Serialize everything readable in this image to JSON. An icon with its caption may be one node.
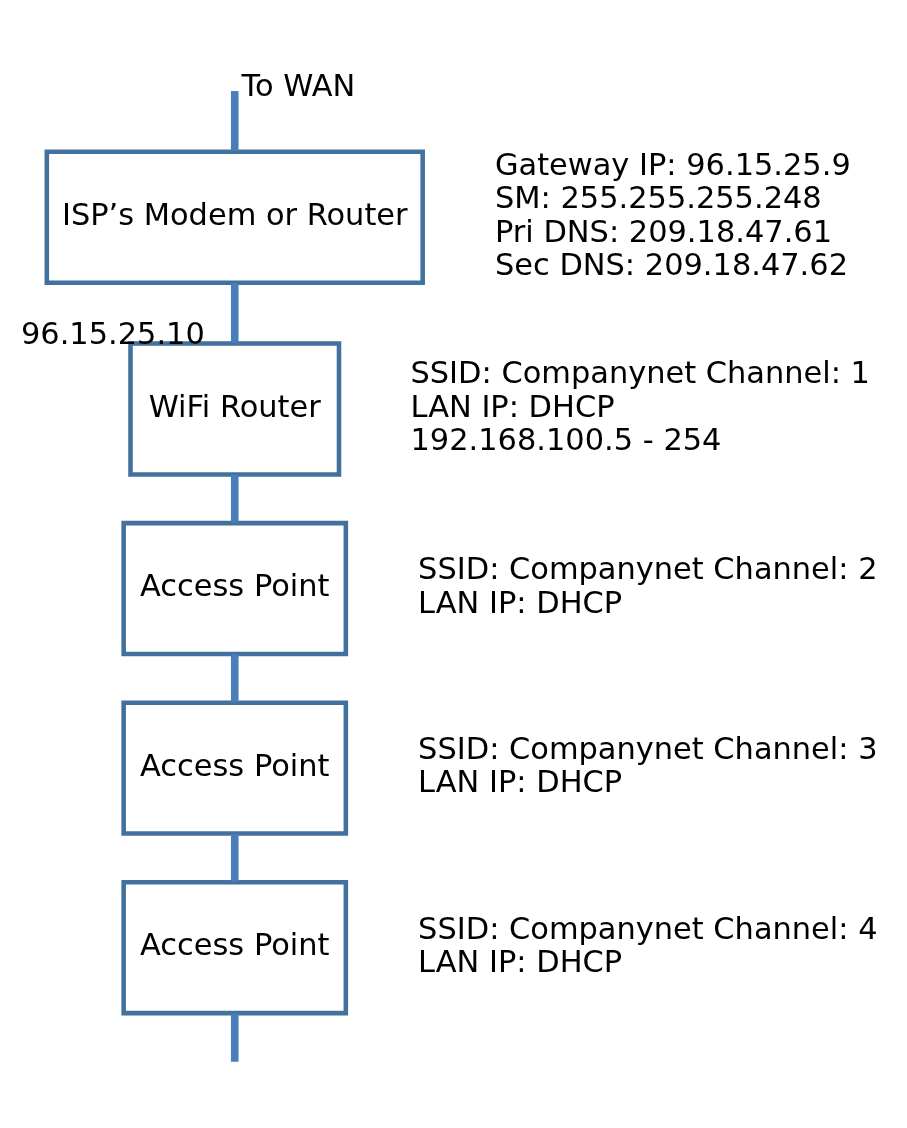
{
  "diagram": {
    "nodes": [
      {
        "text": [
          "ISP’s Modem or Router"
        ],
        "beside": [
          "Gateway IP: 96.15.25.9",
          "SM: 255.255.255.248",
          "Pri DNS: 209.18.47.61",
          "Sec DNS: 209.18.47.62"
        ]
      },
      {
        "text": [
          "WiFi Router"
        ],
        "beside": [
          "SSID: Companynet Channel: 1",
          "LAN IP: DHCP",
          "192.168.100.5 - 254"
        ]
      },
      {
        "text": [
          "Access Point"
        ],
        "beside": [
          "SSID: Companynet Channel: 2",
          "LAN IP: DHCP"
        ]
      },
      {
        "text": [
          "Access Point"
        ],
        "beside": [
          "SSID: Companynet Channel: 3",
          "LAN IP: DHCP"
        ]
      },
      {
        "text": [
          "Access Point"
        ],
        "beside": [
          "SSID: Companynet Channel: 4",
          "LAN IP: DHCP"
        ]
      }
    ],
    "edges": [
      {
        "from": null,
        "to": 0,
        "arrow": "none",
        "label": "To WAN"
      },
      {
        "from": 0,
        "to": 1,
        "arrow": "none",
        "label": "96.15.25.10"
      },
      {
        "from": 1,
        "to": 2,
        "arrow": "none"
      },
      {
        "from": 2,
        "to": 3,
        "arrow": "none"
      },
      {
        "from": 3,
        "to": 4,
        "arrow": "none"
      },
      {
        "from": 4,
        "to": null,
        "arrow": "none"
      }
    ]
  }
}
